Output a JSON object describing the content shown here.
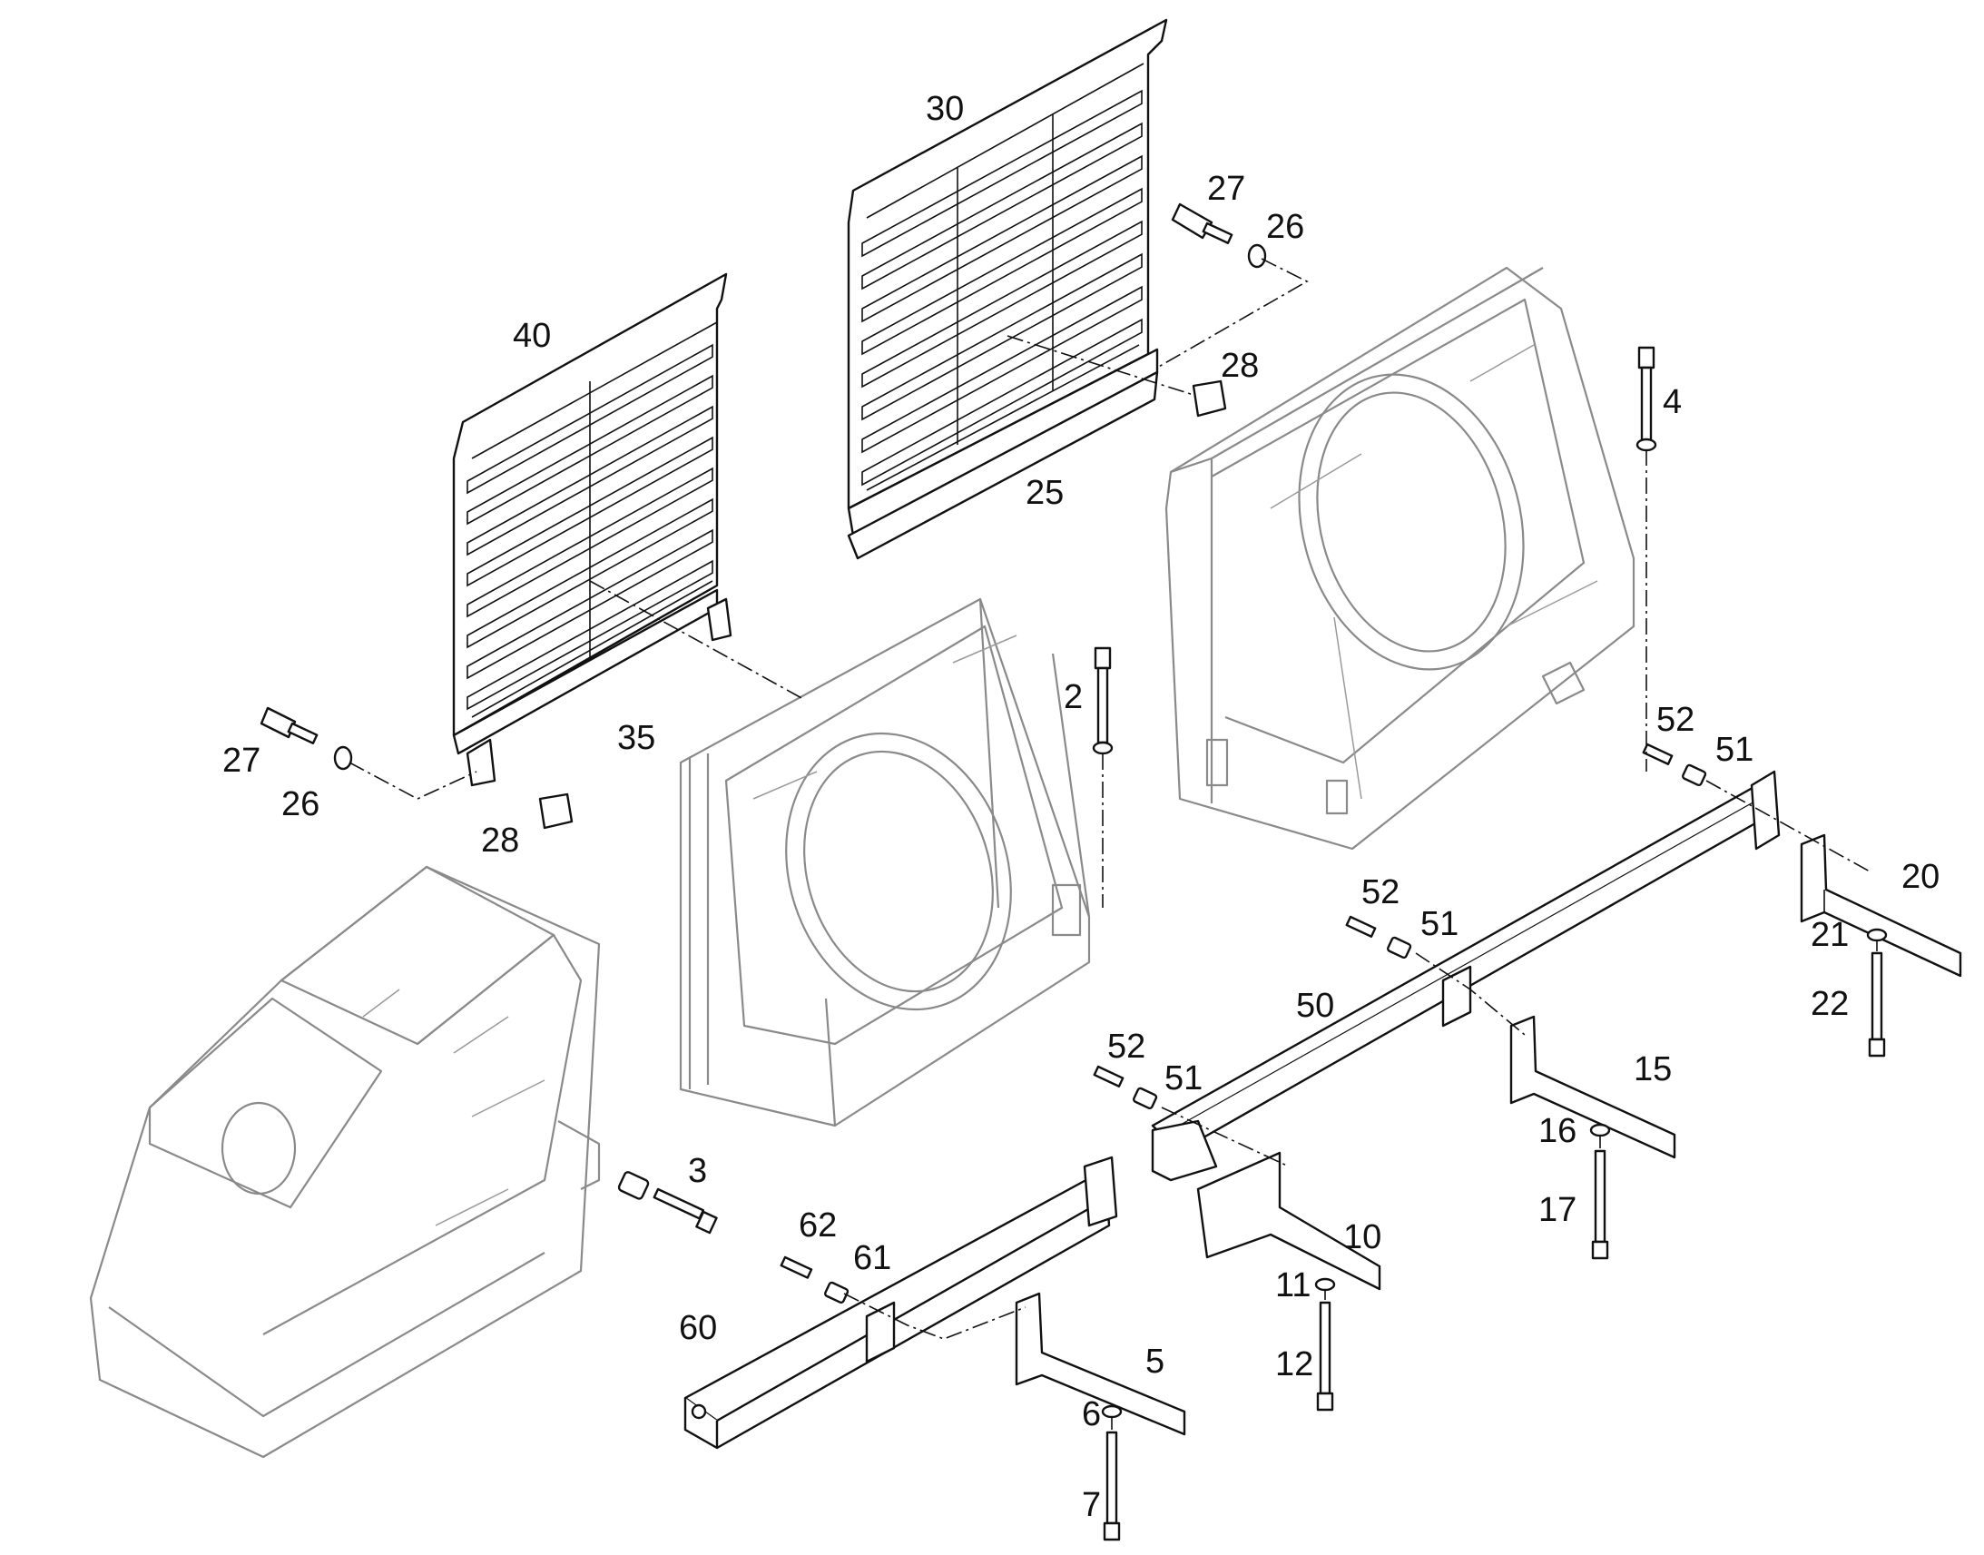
{
  "callouts": [
    {
      "id": "30",
      "text": "30"
    },
    {
      "id": "27a",
      "text": "27"
    },
    {
      "id": "26a",
      "text": "26"
    },
    {
      "id": "28a",
      "text": "28"
    },
    {
      "id": "25",
      "text": "25"
    },
    {
      "id": "40",
      "text": "40"
    },
    {
      "id": "4",
      "text": "4"
    },
    {
      "id": "2",
      "text": "2"
    },
    {
      "id": "27b",
      "text": "27"
    },
    {
      "id": "26b",
      "text": "26"
    },
    {
      "id": "35",
      "text": "35"
    },
    {
      "id": "28b",
      "text": "28"
    },
    {
      "id": "52a",
      "text": "52"
    },
    {
      "id": "51a",
      "text": "51"
    },
    {
      "id": "20",
      "text": "20"
    },
    {
      "id": "21",
      "text": "21"
    },
    {
      "id": "22",
      "text": "22"
    },
    {
      "id": "52b",
      "text": "52"
    },
    {
      "id": "51b",
      "text": "51"
    },
    {
      "id": "50",
      "text": "50"
    },
    {
      "id": "52c",
      "text": "52"
    },
    {
      "id": "51c",
      "text": "51"
    },
    {
      "id": "15",
      "text": "15"
    },
    {
      "id": "16",
      "text": "16"
    },
    {
      "id": "17",
      "text": "17"
    },
    {
      "id": "3",
      "text": "3"
    },
    {
      "id": "62",
      "text": "62"
    },
    {
      "id": "61",
      "text": "61"
    },
    {
      "id": "10",
      "text": "10"
    },
    {
      "id": "11",
      "text": "11"
    },
    {
      "id": "12",
      "text": "12"
    },
    {
      "id": "60",
      "text": "60"
    },
    {
      "id": "5",
      "text": "5"
    },
    {
      "id": "6",
      "text": "6"
    },
    {
      "id": "7",
      "text": "7"
    }
  ]
}
